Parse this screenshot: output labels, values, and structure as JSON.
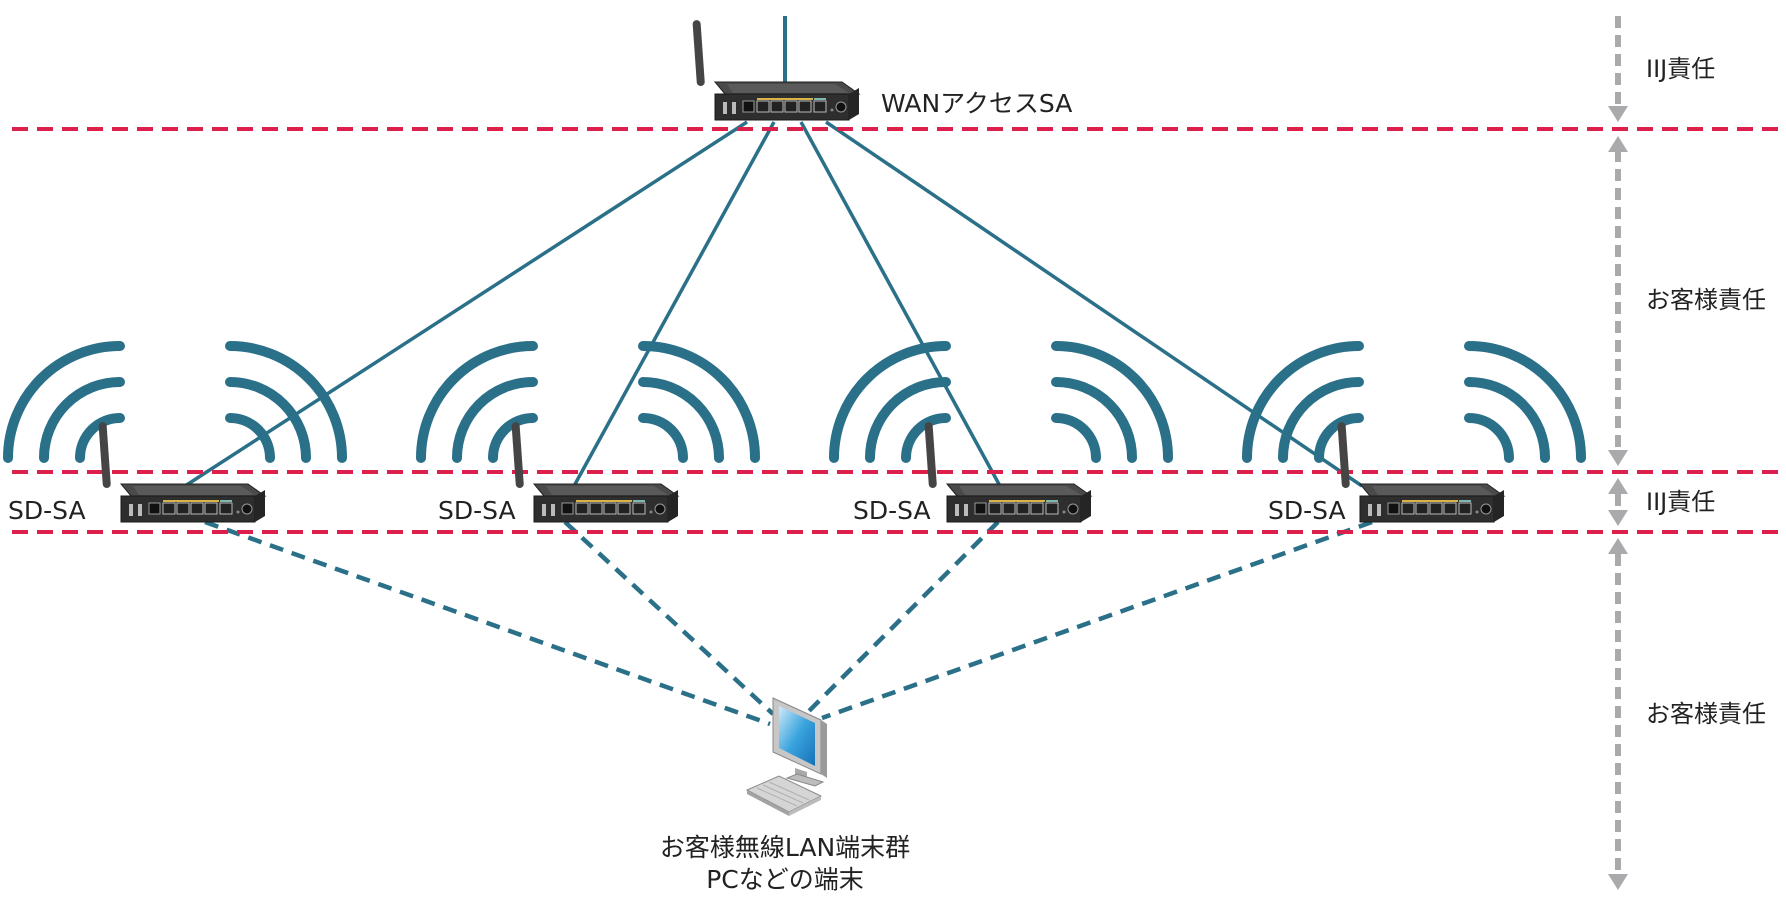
{
  "diagram": {
    "title": "",
    "colors": {
      "link": "#2b7089",
      "boundary": "#dc1f4b",
      "arrow": "#aaaaad",
      "wifi": "#2b7089",
      "router_body": "#3a3a3a"
    },
    "wan_router": {
      "label": "WANアクセスSA"
    },
    "sd_routers": [
      {
        "label": "SD-SA"
      },
      {
        "label": "SD-SA"
      },
      {
        "label": "SD-SA"
      },
      {
        "label": "SD-SA"
      }
    ],
    "terminal": {
      "line1": "お客様無線LAN端末群",
      "line2": "PCなどの端末"
    },
    "zones": [
      {
        "label": "IIJ責任"
      },
      {
        "label": "お客様責任"
      },
      {
        "label": "IIJ責任"
      },
      {
        "label": "お客様責任"
      }
    ]
  }
}
